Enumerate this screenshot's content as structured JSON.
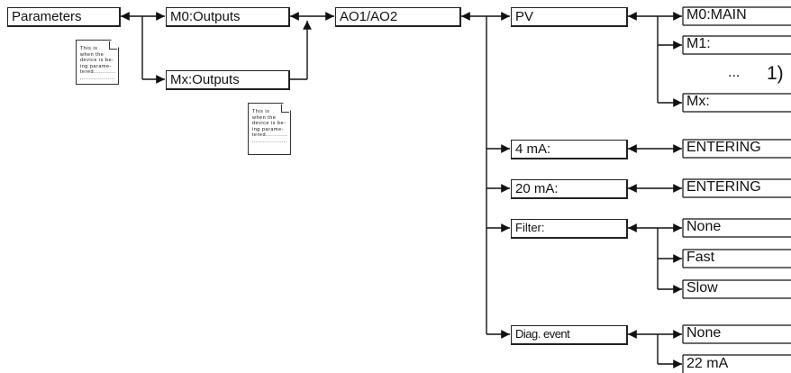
{
  "nodes": {
    "parameters": "Parameters",
    "m0_outputs": "M0:Outputs",
    "mx_outputs": "Mx:Outputs",
    "ao": "AO1/AO2",
    "pv": "PV",
    "m0_main": "M0:MAIN",
    "m1": "M1:",
    "mx": "Mx:",
    "ma4": "4 mA:",
    "ma20": "20 mA:",
    "entering_4": "ENTERING",
    "entering_20": "ENTERING",
    "filter": "Filter:",
    "filter_none": "None",
    "filter_fast": "Fast",
    "filter_slow": "Slow",
    "diag_event": "Diag. event",
    "diag_none": "None",
    "diag_22": "22 mA"
  },
  "ellipsis": "...",
  "footnote_marker": "1)",
  "note": {
    "line1": "This is",
    "line2": "when the",
    "line3": "device is be-",
    "line4": "ing parame-",
    "line5": "tered............",
    "line6": "......................."
  }
}
